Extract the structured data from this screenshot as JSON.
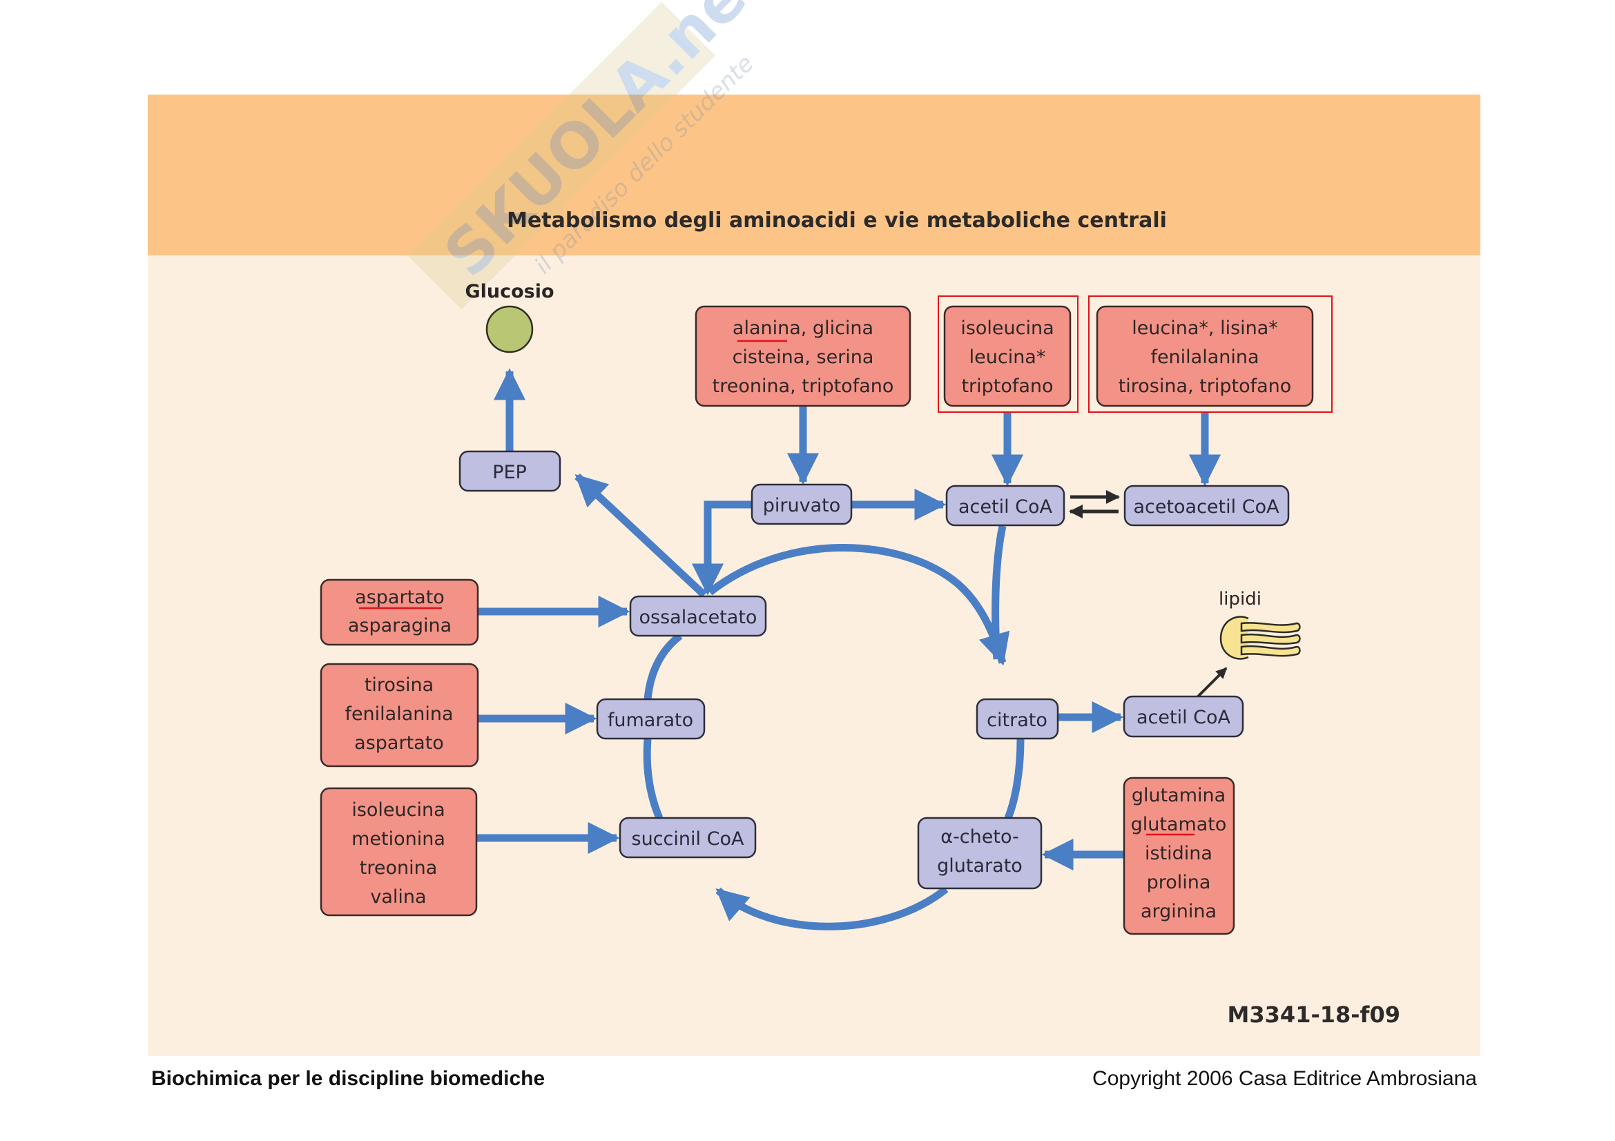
{
  "figure": {
    "title": "Metabolismo degli aminoacidi e vie metaboliche centrali",
    "code": "M3341-18-f09",
    "colors": {
      "header_band": "#fcc587",
      "background": "#fdefe0",
      "amino_acid_box": "#f39387",
      "metabolite_box": "#bfbfe1",
      "flow_arrow": "#4a7fc6",
      "highlight_frame": "#e2111a",
      "glucose": "#b9c775",
      "lipid": "#f7e391"
    }
  },
  "watermark": {
    "brand": "SKUOLA.net",
    "tagline": "il paradiso dello studente"
  },
  "nodes": {
    "glucosio": "Glucosio",
    "pep": "PEP",
    "piruvato": "piruvato",
    "acetil_coa": "acetil CoA",
    "acetoacetil_coa": "acetoacetil CoA",
    "ossalacetato": "ossalacetato",
    "fumarato": "fumarato",
    "citrato": "citrato",
    "acetil_coa_2": "acetil CoA",
    "succinil_coa": "succinil CoA",
    "alfa_chetoglutarato": [
      "α-cheto-",
      "glutarato"
    ],
    "lipidi": "lipidi"
  },
  "amino_groups": {
    "to_piruvato": [
      "alanina, glicina",
      "cisteina, serina",
      "treonina, triptofano"
    ],
    "to_acetil_coa": [
      "isoleucina",
      "leucina*",
      "triptofano"
    ],
    "to_acetoacetil_coa": [
      "leucina*, lisina*",
      "fenilalanina",
      "tirosina, triptofano"
    ],
    "to_ossalacetato": [
      "aspartato",
      "asparagina"
    ],
    "to_fumarato": [
      "tirosina",
      "fenilalanina",
      "aspartato"
    ],
    "to_succinil_coa": [
      "isoleucina",
      "metionina",
      "treonina",
      "valina"
    ],
    "to_alfa_chetoglutarato": [
      "glutamina",
      "glutamato",
      "istidina",
      "prolina",
      "arginina"
    ]
  },
  "footer": {
    "left": "Biochimica per le discipline biomediche",
    "right": "Copyright 2006 Casa Editrice Ambrosiana"
  }
}
